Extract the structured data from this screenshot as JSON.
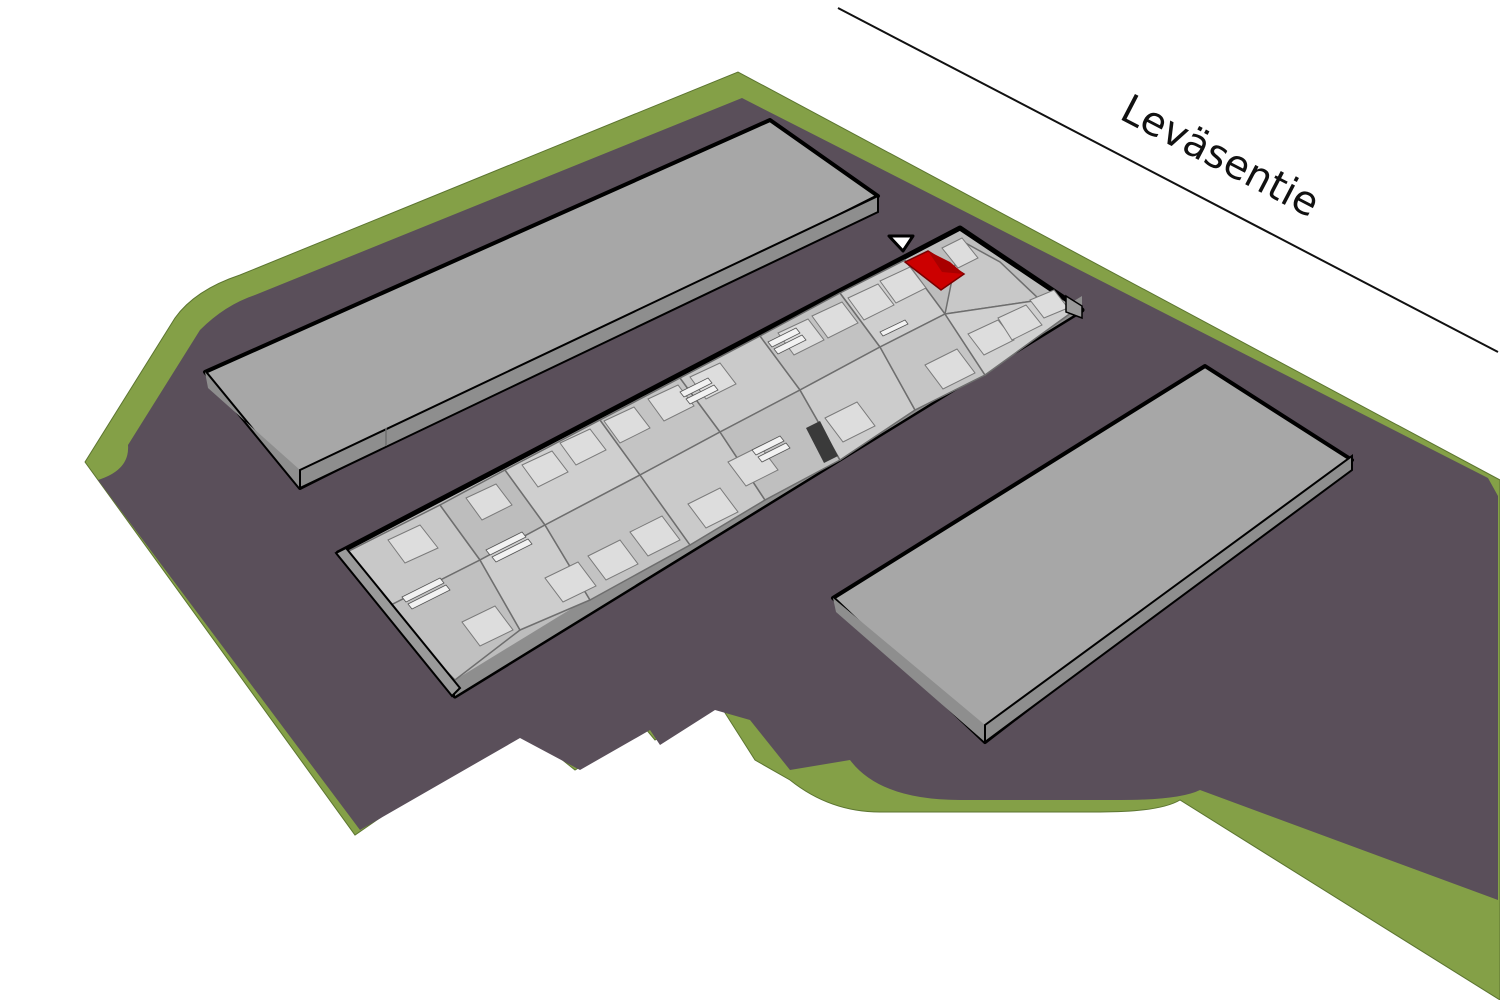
{
  "street": {
    "name": "Leväsentie"
  },
  "colors": {
    "grass": "#84A047",
    "asphalt": "#5A4F5A",
    "building_roof": "#A7A7A7",
    "building_side": "#8E8E8E",
    "unit_light": "#D4D4D4",
    "unit_mid": "#BDBDBD",
    "highlight_unit": "#CC0000",
    "outline": "#000000"
  },
  "highlight": {
    "marker": "entrance-marker",
    "unit": "selected-unit"
  }
}
